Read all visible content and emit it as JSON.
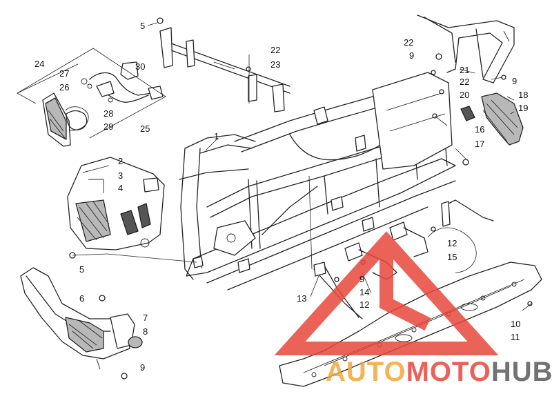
{
  "callouts": {
    "c1": "1",
    "c2": "2",
    "c3": "3",
    "c4": "4",
    "c5a": "5",
    "c5b": "5",
    "c6": "6",
    "c7": "7",
    "c8": "8",
    "c9a": "9",
    "c9b": "9",
    "c9c": "9",
    "c9d": "9",
    "c10": "10",
    "c11": "11",
    "c12a": "12",
    "c12b": "12",
    "c13": "13",
    "c14": "14",
    "c15": "15",
    "c16": "16",
    "c17": "17",
    "c18": "18",
    "c19": "19",
    "c20": "20",
    "c21": "21",
    "c22a": "22",
    "c22b": "22",
    "c22c": "22",
    "c23": "23",
    "c24": "24",
    "c25": "25",
    "c26": "26",
    "c27": "27",
    "c28": "28",
    "c29": "29",
    "c30": "30"
  },
  "watermark": {
    "part1": "AUTO",
    "part2": "MOTO",
    "part3": "HUB",
    "color_red": "#e8463c",
    "color_orange": "#f4a63a",
    "color_gray": "#5a5a5a"
  }
}
